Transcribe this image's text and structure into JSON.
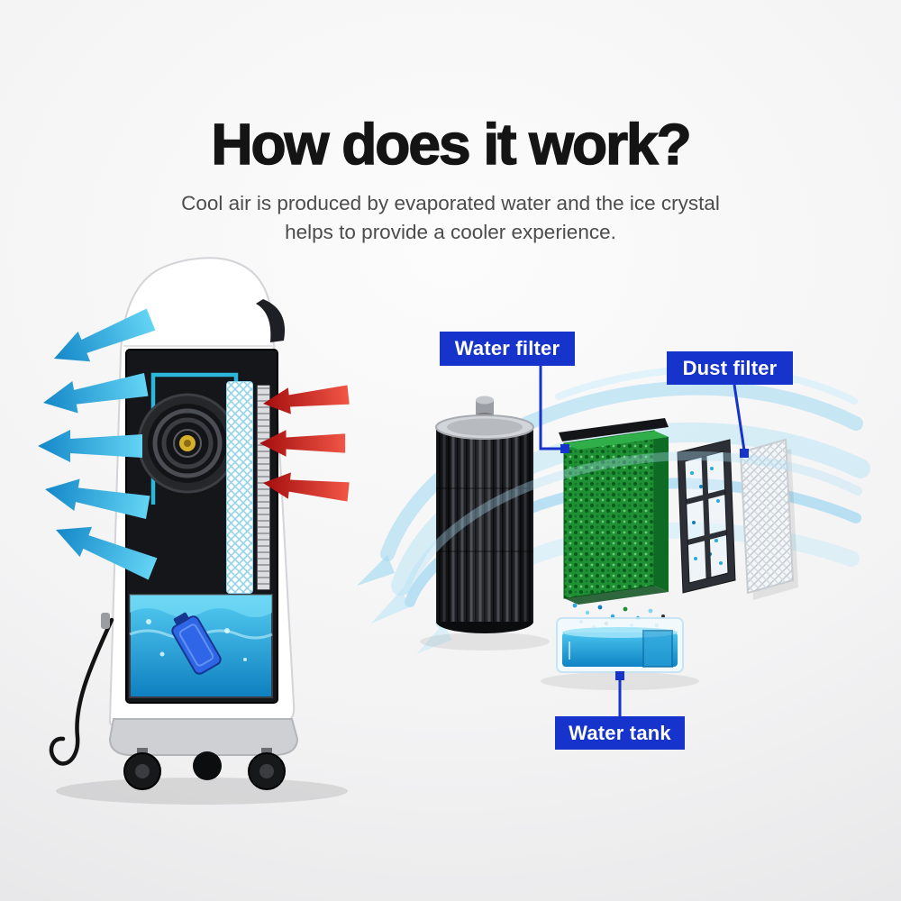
{
  "header": {
    "title": "How does it work?",
    "subtitle_line1": "Cool air is produced by evaporated water and the ice crystal",
    "subtitle_line2": "helps to provide a cooler experience."
  },
  "diagram": {
    "labels": {
      "water_filter": "Water filter",
      "dust_filter": "Dust filter",
      "water_tank": "Water tank"
    }
  },
  "colors": {
    "label_background": "#1634cb",
    "label_text": "#ffffff",
    "title_text": "#141414",
    "subtitle_text": "#4c4c4c",
    "cool_air": "#2b9fd8",
    "warm_air": "#d42a1e",
    "airflow_stream": "#a8dcf2",
    "water": "#1db8e8",
    "cooling_pad_green": "#1f9134"
  }
}
